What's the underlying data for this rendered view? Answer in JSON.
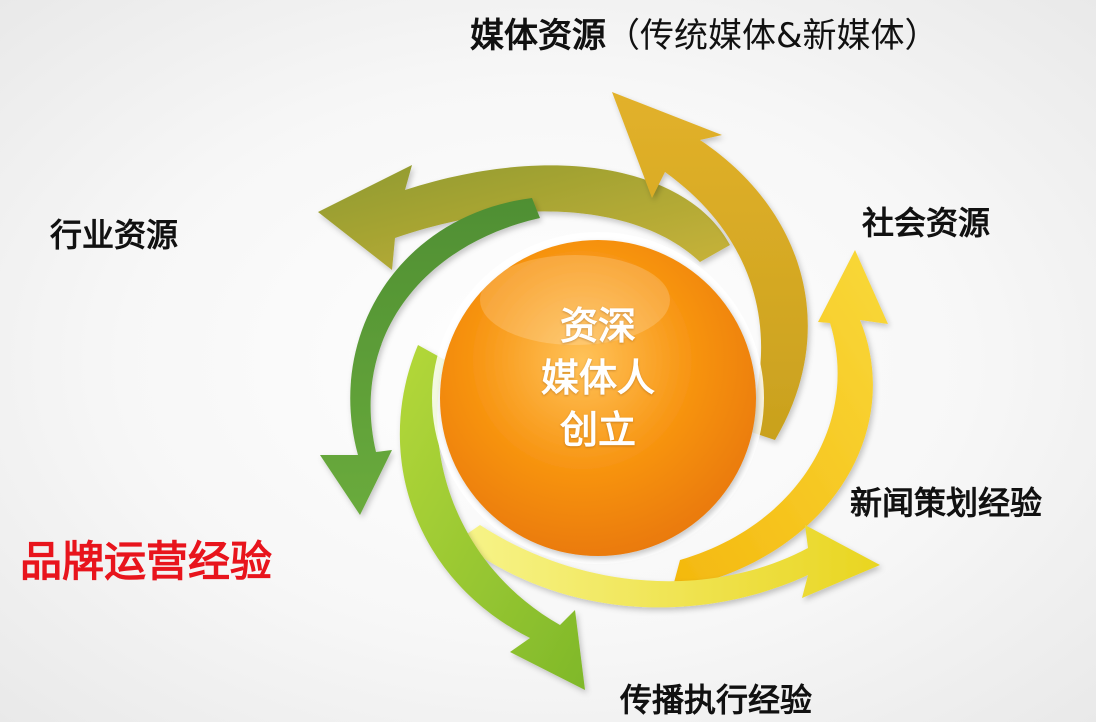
{
  "center": {
    "line1": "资深",
    "line2": "媒体人",
    "line3": "创立",
    "color": "#f7930f"
  },
  "labels": {
    "media_main": "媒体资源",
    "media_sub": "（传统媒体&新媒体）",
    "social": "社会资源",
    "news": "新闻策划经验",
    "spread": "传播执行经验",
    "brand": "品牌运营经验",
    "industry": "行业资源"
  },
  "colors": {
    "brand_highlight": "#e8141c",
    "arrow_olive": "#a6a12c",
    "arrow_gold": "#d6a21a",
    "arrow_yellow": "#f2c411",
    "arrow_lightyellow": "#ecea3a",
    "arrow_lightgreen": "#9ccc2a",
    "arrow_green": "#5a9a35"
  }
}
